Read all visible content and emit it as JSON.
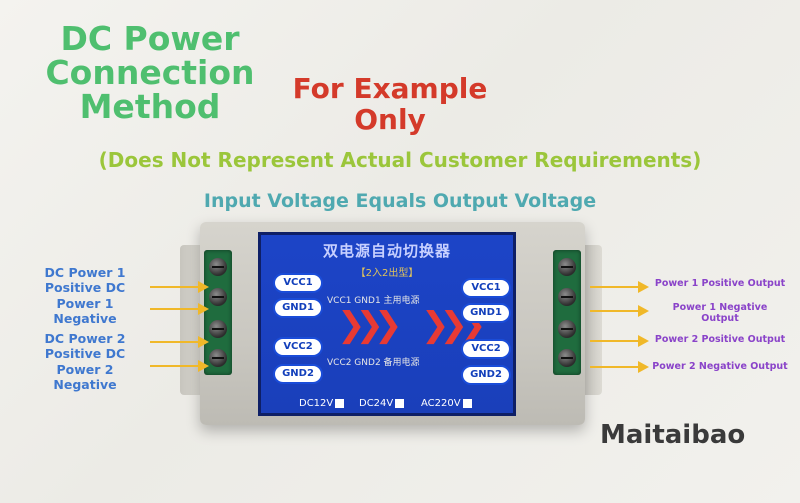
{
  "header": {
    "title_lines": [
      "DC Power",
      "Connection",
      "Method"
    ],
    "example_lines": [
      "For Example",
      "Only"
    ],
    "subtitle": "(Does Not Represent Actual Customer Requirements)",
    "voltage_note": "Input Voltage Equals Output Voltage"
  },
  "left_labels": [
    {
      "lines": [
        "DC Power 1",
        "Positive DC"
      ]
    },
    {
      "lines": [
        "Power 1",
        "Negative"
      ]
    },
    {
      "lines": [
        "DC Power 2",
        "Positive DC"
      ]
    },
    {
      "lines": [
        "Power 2",
        "Negative"
      ]
    }
  ],
  "right_labels": [
    {
      "lines": [
        "Power 1 Positive Output"
      ]
    },
    {
      "lines": [
        "Power 1 Negative",
        "Output"
      ]
    },
    {
      "lines": [
        "Power 2 Positive Output"
      ]
    },
    {
      "lines": [
        "Power 2 Negative Output"
      ]
    }
  ],
  "device": {
    "panel_title": "双电源自动切换器",
    "panel_sub": "【2入2出型】",
    "input_pills": [
      "VCC1",
      "GND1",
      "VCC2",
      "GND2"
    ],
    "output_pills": [
      "VCC1",
      "GND1",
      "VCC2",
      "GND2"
    ],
    "row1_text": "VCC1 GND1 主用电源",
    "row2_text": "VCC2 GND2 备用电源",
    "voltage_options": [
      "DC12V",
      "DC24V",
      "AC220V"
    ]
  },
  "brand": "Maitaibao",
  "colors": {
    "title_green": "#4fbf6f",
    "example_red": "#d43a2a",
    "subtitle_lime": "#9bc63b",
    "note_teal": "#4fa9b0",
    "left_blue": "#3f78cf",
    "right_purple": "#8a43c9",
    "arrow_yellow": "#f0b829",
    "panel_blue": "#1c44c7"
  }
}
